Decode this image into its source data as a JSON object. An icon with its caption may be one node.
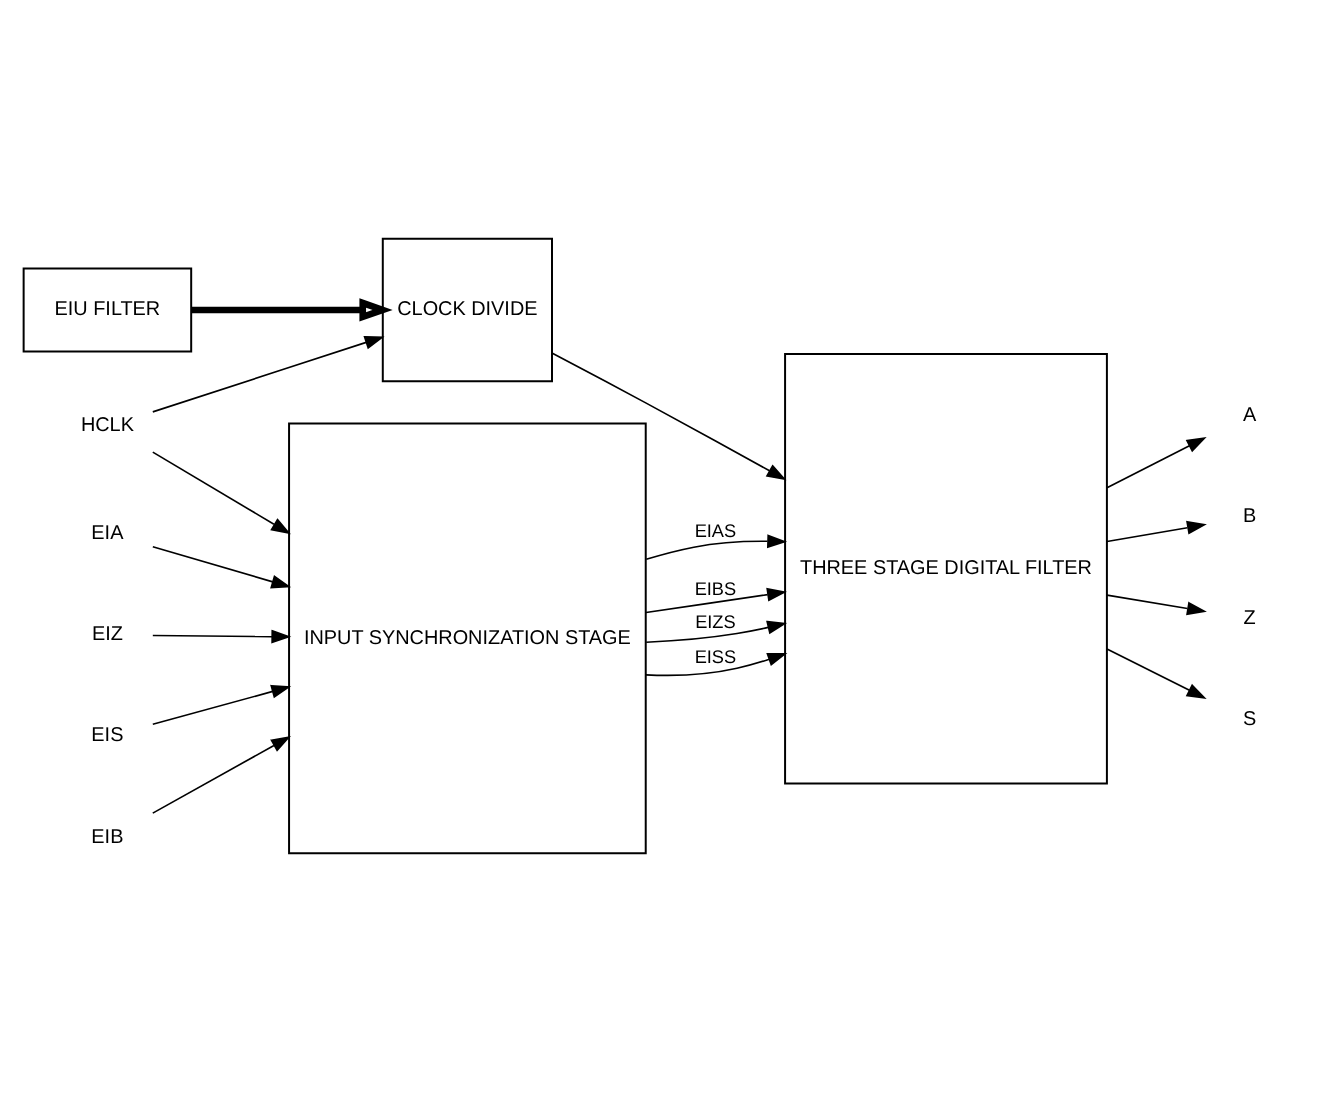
{
  "diagram": {
    "nodes": [
      {
        "text": [
          "EIA"
        ]
      },
      {
        "text": [
          "EIB"
        ]
      },
      {
        "text": [
          "EIZ"
        ]
      },
      {
        "text": [
          "EIS"
        ]
      },
      {
        "text": [
          "INPUT SYNCHRONIZATION STAGE"
        ]
      },
      {
        "text": [
          "THREE STAGE DIGITAL FILTER"
        ]
      },
      {
        "text": [
          "A"
        ]
      },
      {
        "text": [
          "B"
        ]
      },
      {
        "text": [
          "Z"
        ]
      },
      {
        "text": [
          "S"
        ]
      },
      {
        "text": [
          "CLOCK DIVIDE"
        ]
      },
      {
        "text": [
          "EIU FILTER"
        ]
      },
      {
        "text": [
          "HCLK"
        ]
      }
    ],
    "edges": [
      {
        "from": 0,
        "to": 4,
        "arrow": "to"
      },
      {
        "from": 1,
        "to": 4,
        "arrow": "to"
      },
      {
        "from": 2,
        "to": 4,
        "arrow": "to"
      },
      {
        "from": 3,
        "to": 4,
        "arrow": "to"
      },
      {
        "from": 4,
        "to": 5,
        "arrow": "to",
        "label": "EIAS"
      },
      {
        "from": 4,
        "to": 5,
        "arrow": "to",
        "label": "EIBS"
      },
      {
        "from": 4,
        "to": 5,
        "arrow": "to",
        "label": "EIZS"
      },
      {
        "from": 4,
        "to": 5,
        "arrow": "to",
        "label": "EISS"
      },
      {
        "from": 5,
        "to": 6,
        "arrow": "to"
      },
      {
        "from": 5,
        "to": 7,
        "arrow": "to"
      },
      {
        "from": 5,
        "to": 8,
        "arrow": "to"
      },
      {
        "from": 5,
        "to": 9,
        "arrow": "to"
      },
      {
        "from": 12,
        "to": 4,
        "arrow": "to"
      },
      {
        "from": 12,
        "to": 10,
        "arrow": "to"
      },
      {
        "from": 10,
        "to": 5,
        "arrow": "to"
      },
      {
        "from": 11,
        "to": 10,
        "arrow": "to",
        "style": "thick"
      }
    ]
  }
}
